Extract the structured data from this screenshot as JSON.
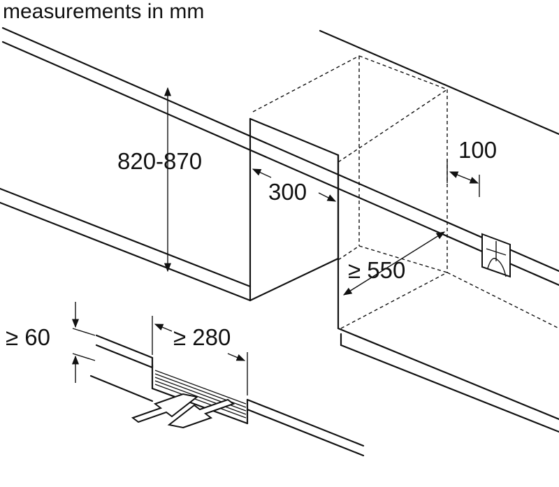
{
  "title": "measurements in mm",
  "dimensions": {
    "height": "820-870",
    "depth": "300",
    "clearance": "100",
    "width": "≥ 550",
    "vent_height": "≥ 60",
    "vent_width": "≥ 280"
  }
}
